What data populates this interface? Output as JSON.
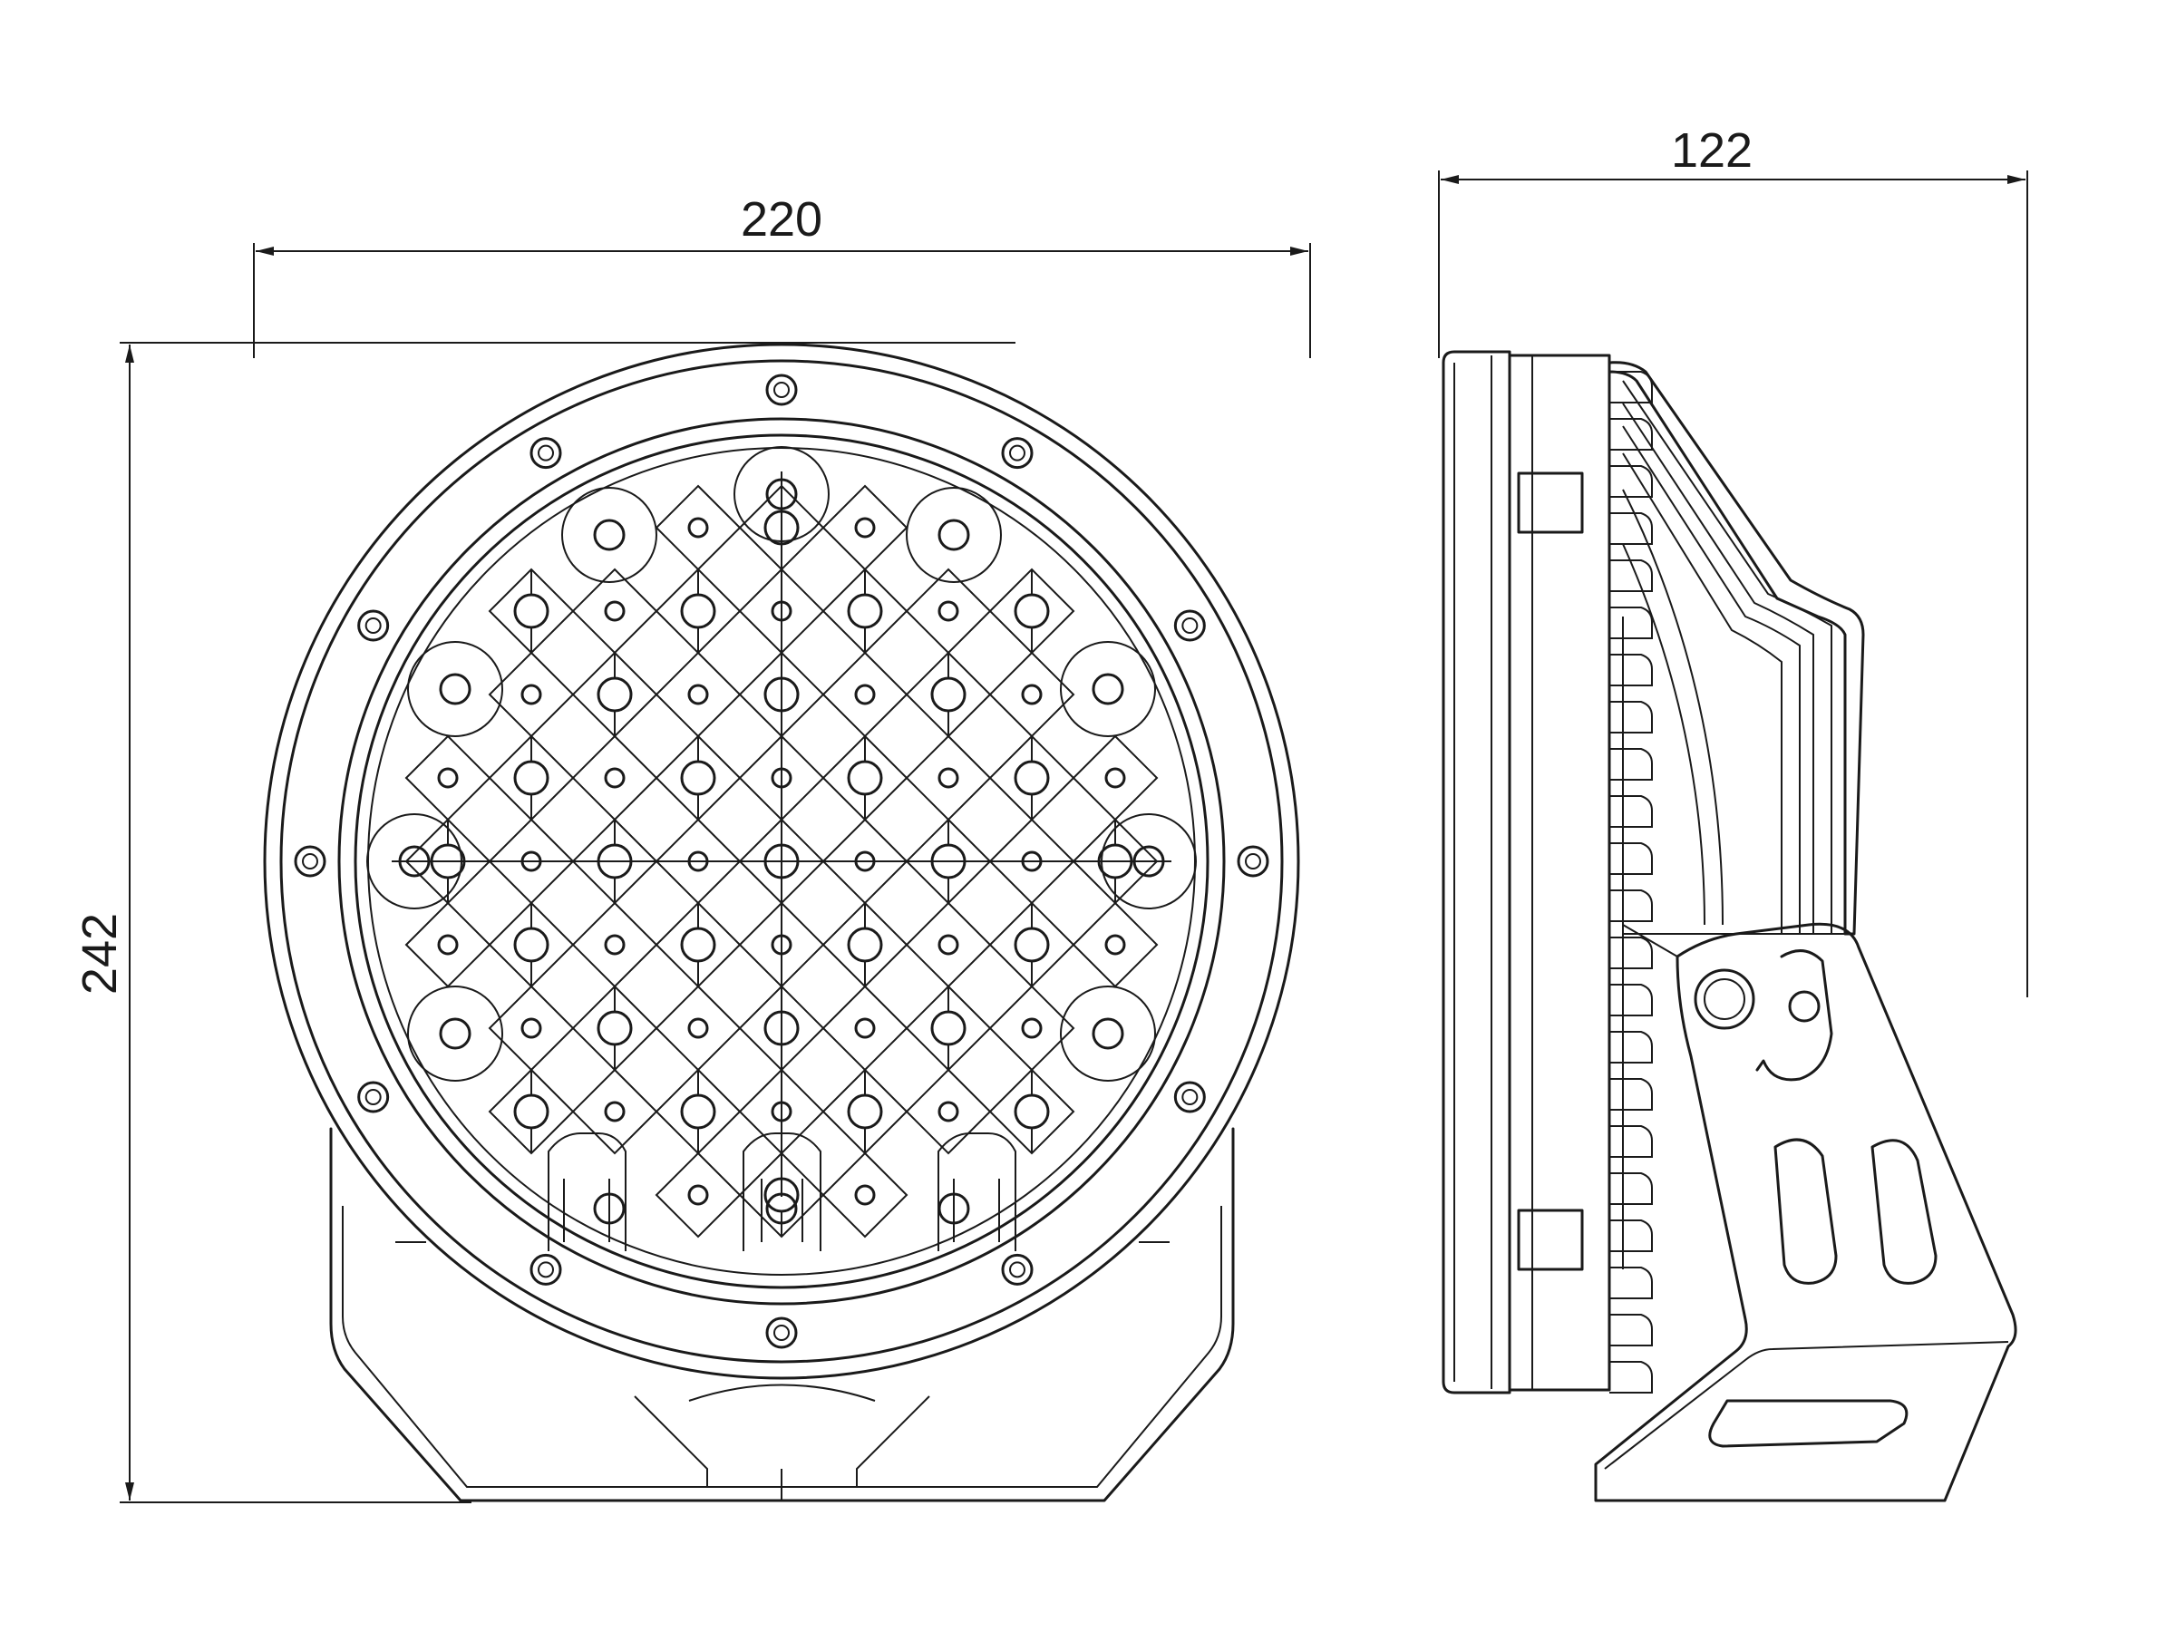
{
  "drawing": {
    "dimensions": {
      "front_width": "220",
      "side_depth": "122",
      "height": "242"
    }
  },
  "colors": {
    "line": "#1a1a1a",
    "background": "#ffffff"
  }
}
